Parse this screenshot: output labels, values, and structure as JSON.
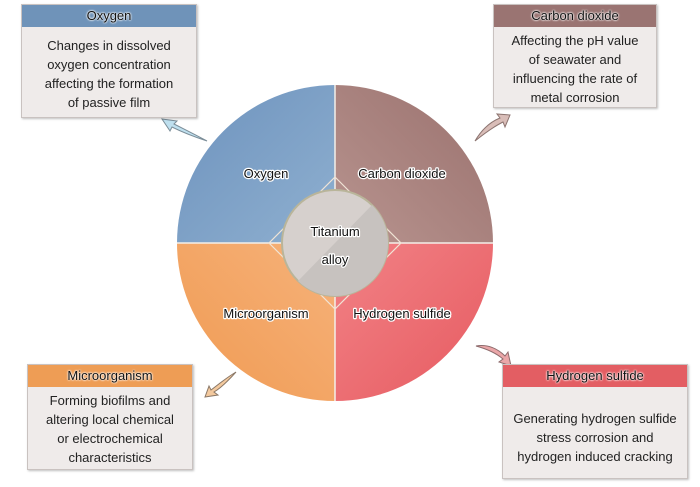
{
  "center": {
    "line1": "Titanium",
    "line2": "alloy"
  },
  "quadrants": [
    {
      "id": "oxygen",
      "label": "Oxygen",
      "color": "#7c9ec4"
    },
    {
      "id": "co2",
      "label": "Carbon dioxide",
      "color": "#a98480"
    },
    {
      "id": "micro",
      "label": "Microorganism",
      "color": "#f2a868"
    },
    {
      "id": "h2s",
      "label": "Hydrogen sulfide",
      "color": "#ee7276"
    }
  ],
  "boxes": {
    "oxygen": {
      "title": "Oxygen",
      "lines": [
        "Changes in dissolved",
        "oxygen concentration",
        "affecting the formation",
        "of passive film"
      ]
    },
    "co2": {
      "title": "Carbon dioxide",
      "lines": [
        "Affecting the pH value",
        "of seawater and",
        "influencing the rate of",
        "metal corrosion"
      ]
    },
    "micro": {
      "title": "Microorganism",
      "lines": [
        "Forming biofilms and",
        "altering local chemical",
        "or electrochemical",
        "characteristics"
      ]
    },
    "h2s": {
      "title": "Hydrogen sulfide",
      "lines": [
        "Generating hydrogen sulfide",
        "stress corrosion and",
        "hydrogen induced cracking"
      ]
    }
  }
}
